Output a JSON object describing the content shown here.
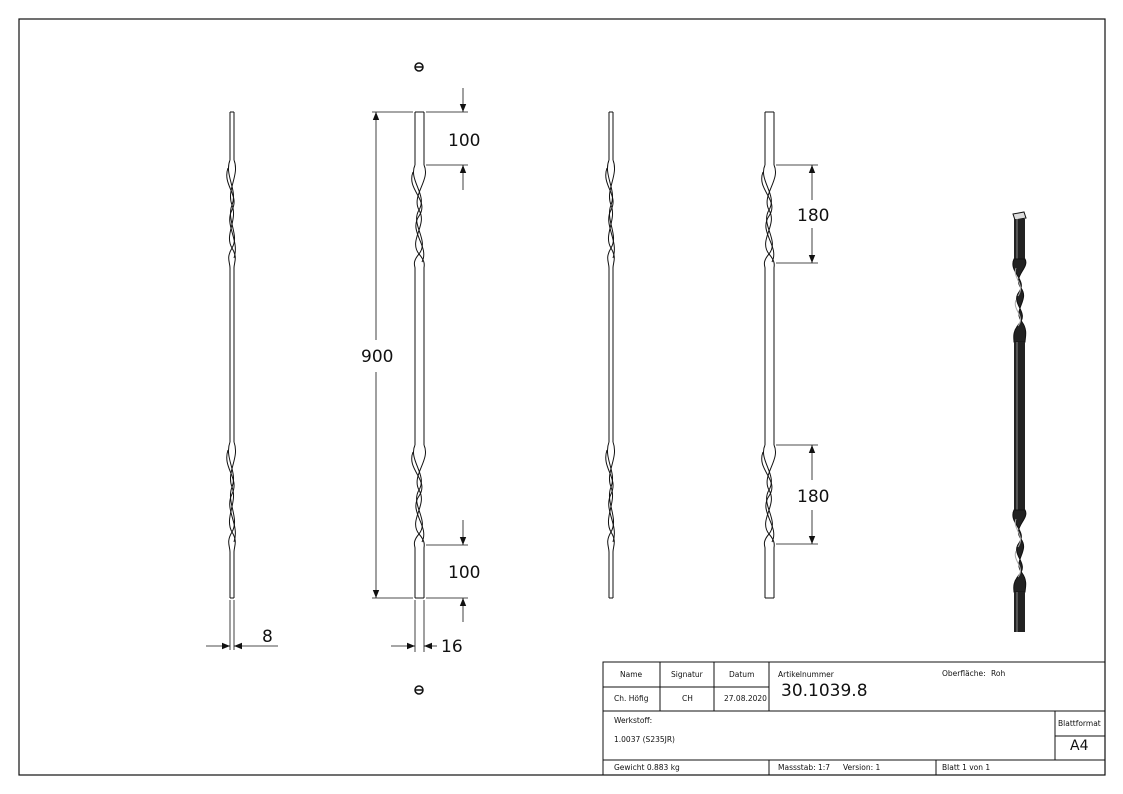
{
  "dimensions": {
    "overall_length": "900",
    "top_straight": "100",
    "bottom_straight": "100",
    "twist_upper": "180",
    "twist_lower": "180",
    "bar_thickness": "8",
    "bar_width": "16"
  },
  "title_block": {
    "headers": {
      "name": "Name",
      "signature": "Signatur",
      "date": "Datum"
    },
    "row": {
      "name": "Ch. Höfig",
      "signature": "CH",
      "date": "27.08.2020"
    },
    "article_label": "Artikelnummer",
    "article_number": "30.1039.8",
    "surface_label": "Oberfläche:",
    "surface_value": "Roh",
    "material_label": "Werkstoff:",
    "material_value": "1.0037 (S235JR)",
    "format_label": "Blattformat",
    "format_value": "A4",
    "weight": "Gewicht 0.883 kg",
    "scale": "Massstab: 1:7",
    "version": "Version: 1",
    "sheet": "Blatt 1 von 1"
  }
}
